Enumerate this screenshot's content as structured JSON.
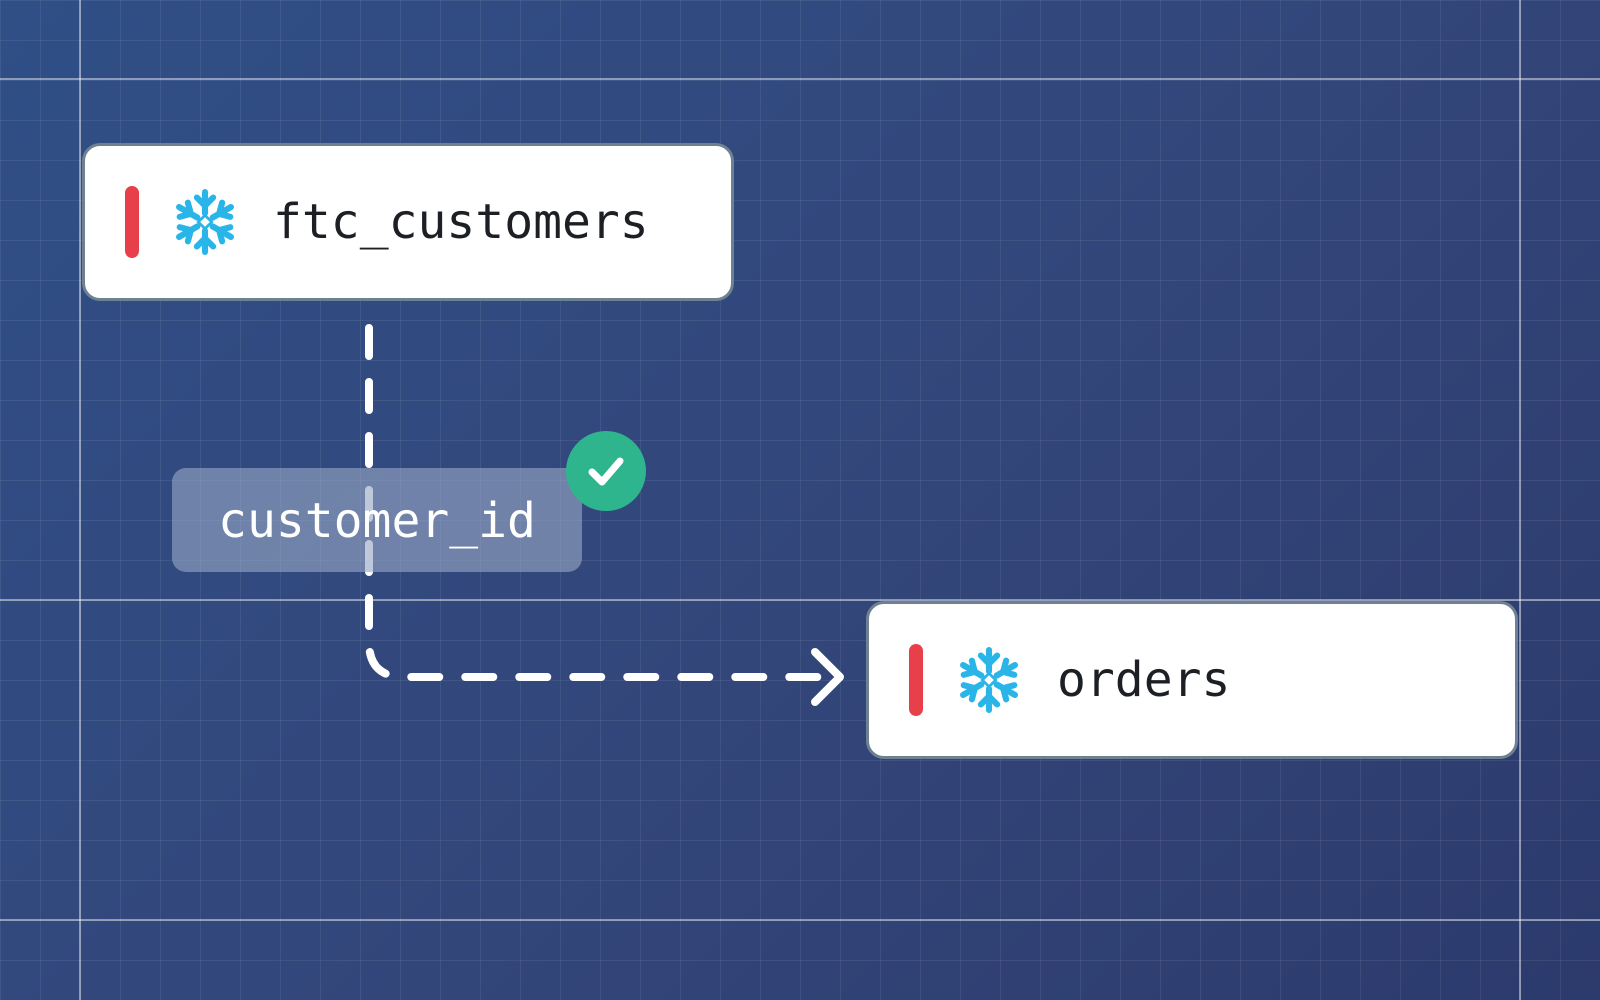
{
  "diagram": {
    "nodes": [
      {
        "id": "ftc_customers",
        "label": "ftc_customers",
        "icon": "snowflake-icon",
        "status_color": "#e8404a"
      },
      {
        "id": "orders",
        "label": "orders",
        "icon": "snowflake-icon",
        "status_color": "#e8404a"
      }
    ],
    "edge": {
      "from": "ftc_customers",
      "to": "orders",
      "style": "dashed",
      "key_label": "customer_id",
      "validated_icon": "check-circle-icon"
    }
  },
  "colors": {
    "background": "#2f4a80",
    "node_fill": "#ffffff",
    "node_border": "#6d8190",
    "status": "#e8404a",
    "snowflake": "#29b5e8",
    "check": "#2fb58e",
    "edge": "#ffffff"
  }
}
